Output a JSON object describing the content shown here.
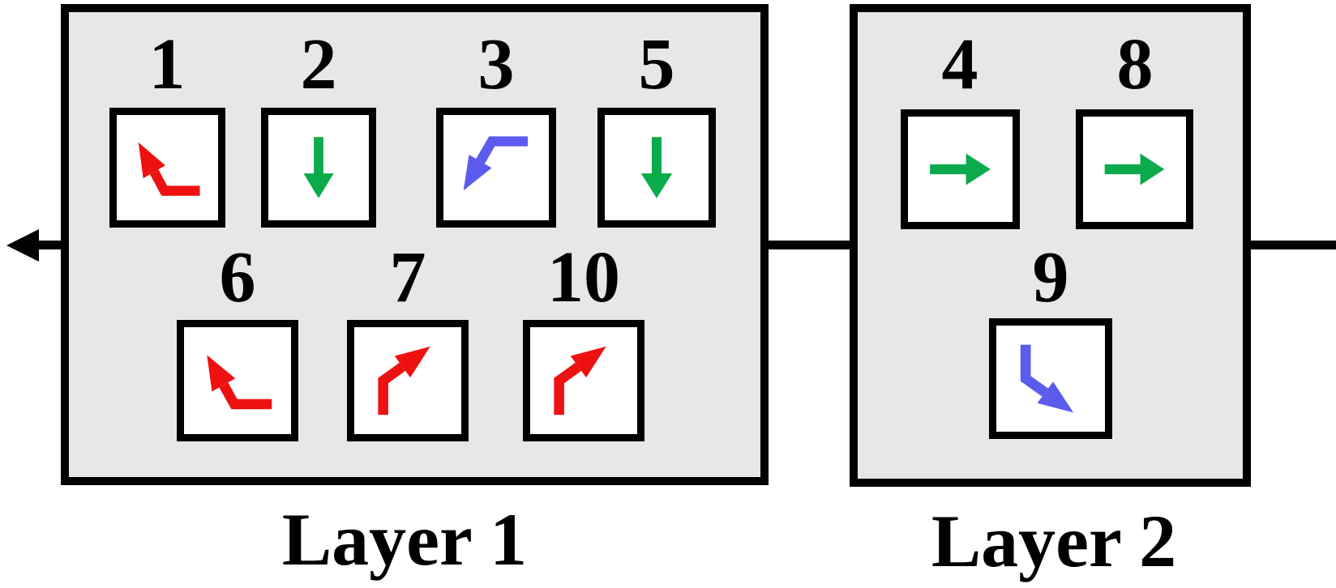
{
  "figure": {
    "colors": {
      "red": "#ee1111",
      "green": "#0bab4c",
      "blue": "#5b5bee",
      "panel": "#e7e7e7",
      "line": "#000000"
    },
    "layers": [
      {
        "id": "layer1",
        "label": "Layer 1",
        "cells": [
          {
            "id": "1",
            "number": "1",
            "arrow": "bend-up-left",
            "color": "red"
          },
          {
            "id": "2",
            "number": "2",
            "arrow": "down",
            "color": "green"
          },
          {
            "id": "3",
            "number": "3",
            "arrow": "bend-down-left",
            "color": "blue"
          },
          {
            "id": "5",
            "number": "5",
            "arrow": "down",
            "color": "green"
          },
          {
            "id": "6",
            "number": "6",
            "arrow": "bend-up-left",
            "color": "red"
          },
          {
            "id": "7",
            "number": "7",
            "arrow": "bend-up-right",
            "color": "red"
          },
          {
            "id": "10",
            "number": "10",
            "arrow": "bend-up-right",
            "color": "red"
          }
        ]
      },
      {
        "id": "layer2",
        "label": "Layer 2",
        "cells": [
          {
            "id": "4",
            "number": "4",
            "arrow": "right",
            "color": "green"
          },
          {
            "id": "8",
            "number": "8",
            "arrow": "right",
            "color": "green"
          },
          {
            "id": "9",
            "number": "9",
            "arrow": "bend-down-right",
            "color": "blue"
          }
        ]
      }
    ]
  }
}
